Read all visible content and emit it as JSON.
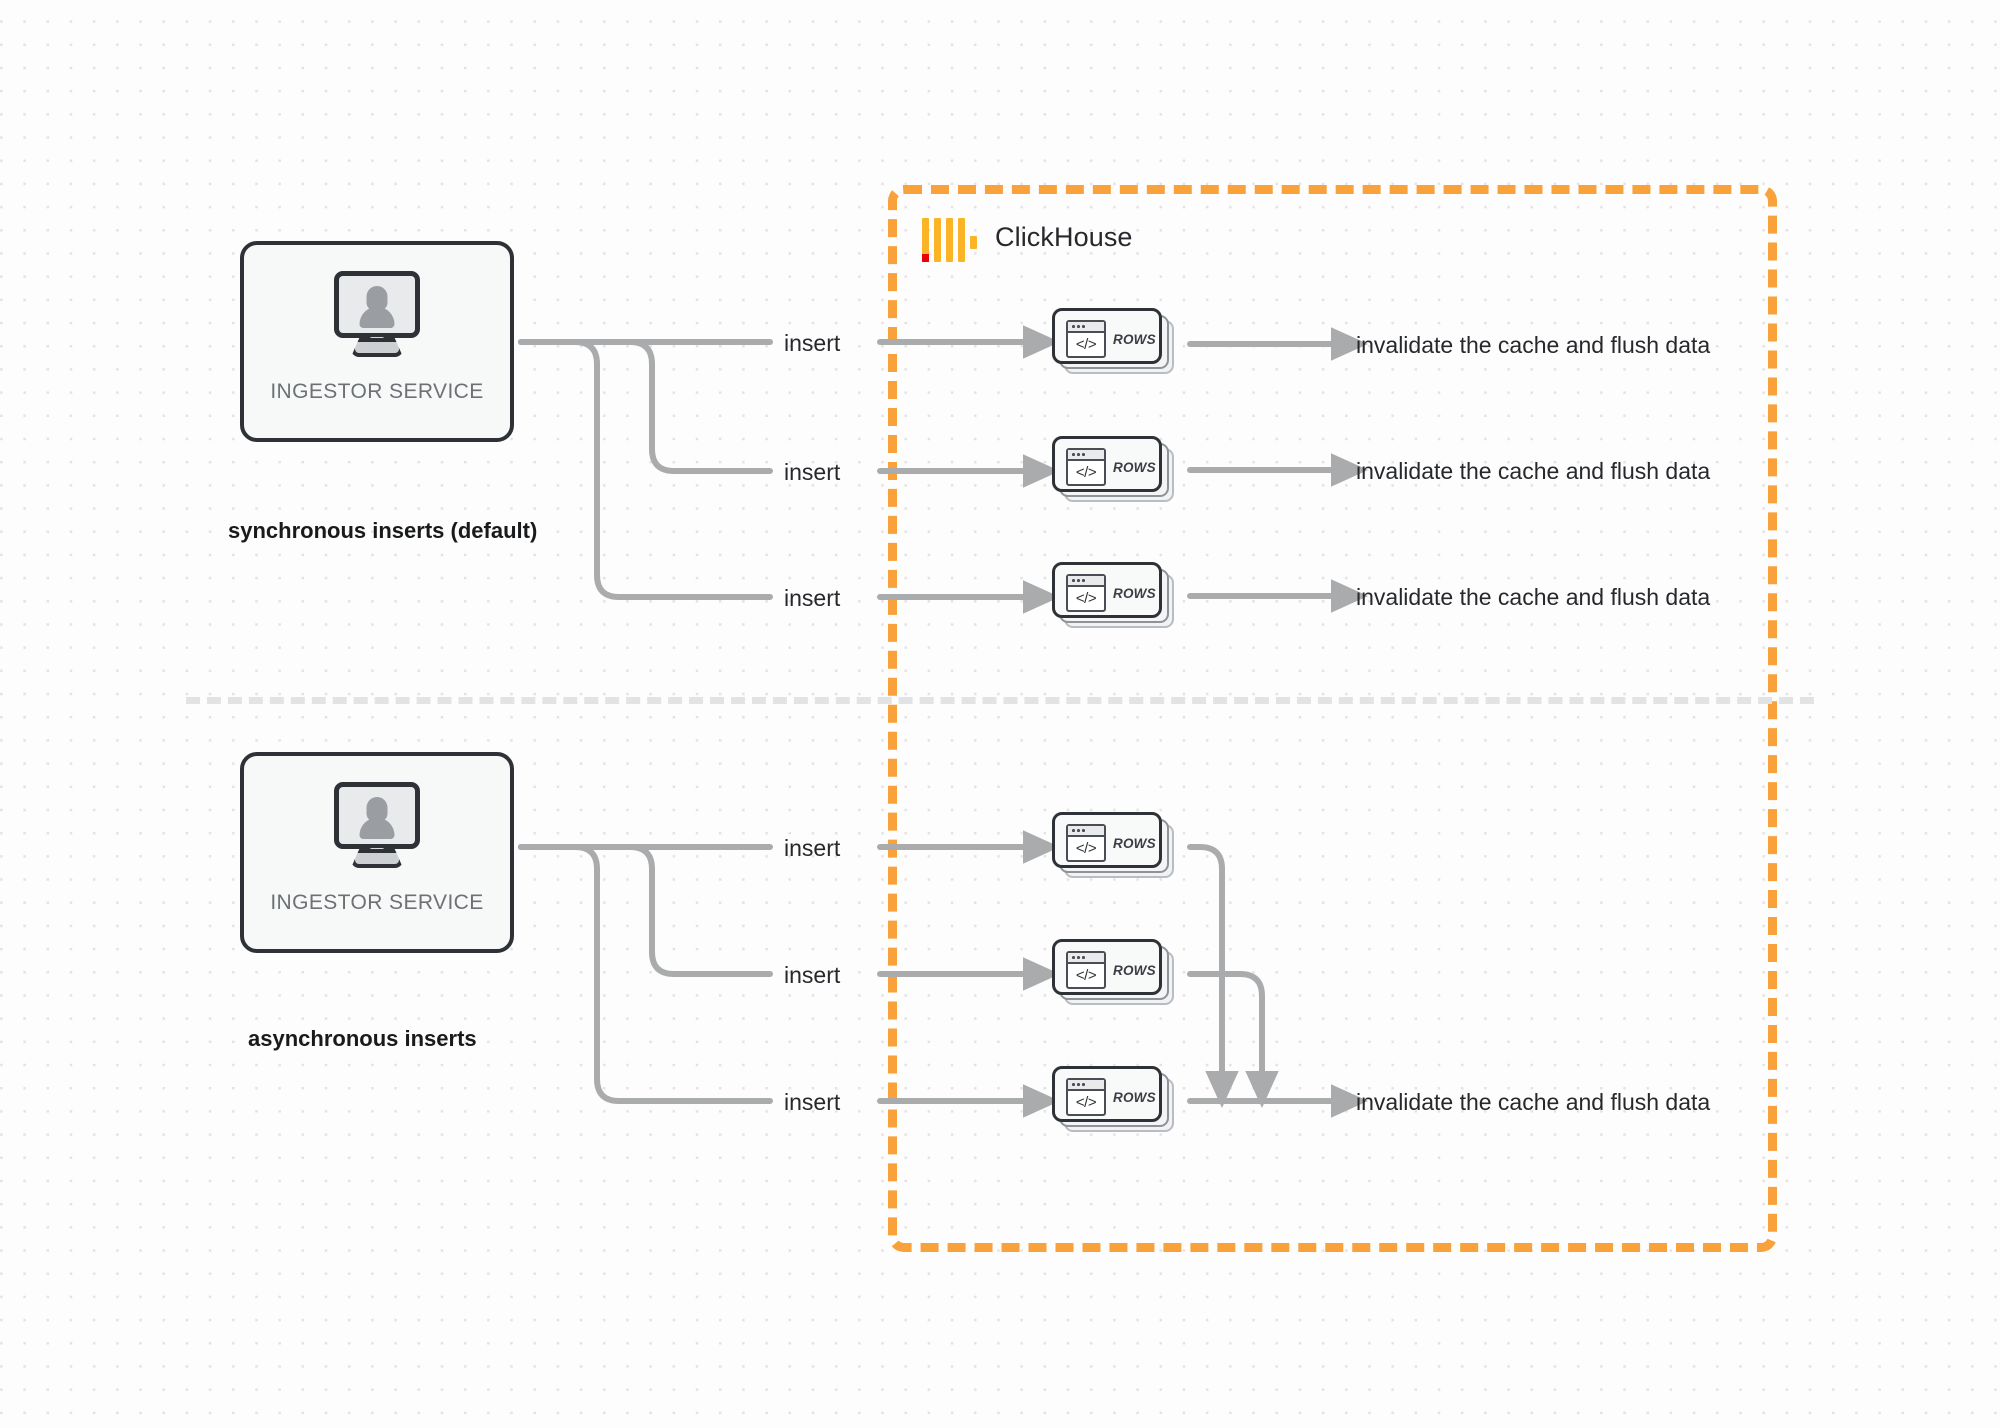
{
  "diagram": {
    "title": "ClickHouse synchronous vs asynchronous inserts",
    "accent_color": "#f9a13a",
    "wire_color": "#a9abad",
    "container": {
      "label": "ClickHouse",
      "logo_icon": "clickhouse-logo-icon"
    },
    "sections": [
      {
        "id": "synchronous",
        "caption": "synchronous inserts (default)",
        "service": {
          "label": "INGESTOR SERVICE",
          "icon": "monitor-user-icon"
        },
        "flows": [
          {
            "insert_label": "insert",
            "node": {
              "label": "ROWS",
              "icon": "code-window-icon"
            },
            "outcome": "invalidate the cache and flush data"
          },
          {
            "insert_label": "insert",
            "node": {
              "label": "ROWS",
              "icon": "code-window-icon"
            },
            "outcome": "invalidate the cache and flush data"
          },
          {
            "insert_label": "insert",
            "node": {
              "label": "ROWS",
              "icon": "code-window-icon"
            },
            "outcome": "invalidate the cache and flush data"
          }
        ]
      },
      {
        "id": "asynchronous",
        "caption": "asynchronous inserts",
        "service": {
          "label": "INGESTOR SERVICE",
          "icon": "monitor-user-icon"
        },
        "flows": [
          {
            "insert_label": "insert",
            "node": {
              "label": "ROWS",
              "icon": "code-window-icon"
            },
            "outcome": ""
          },
          {
            "insert_label": "insert",
            "node": {
              "label": "ROWS",
              "icon": "code-window-icon"
            },
            "outcome": ""
          },
          {
            "insert_label": "insert",
            "node": {
              "label": "ROWS",
              "icon": "code-window-icon"
            },
            "outcome": "invalidate the cache and flush data"
          }
        ],
        "merged_outcome": "invalidate the cache and flush data"
      }
    ],
    "code_glyph": "</>"
  }
}
